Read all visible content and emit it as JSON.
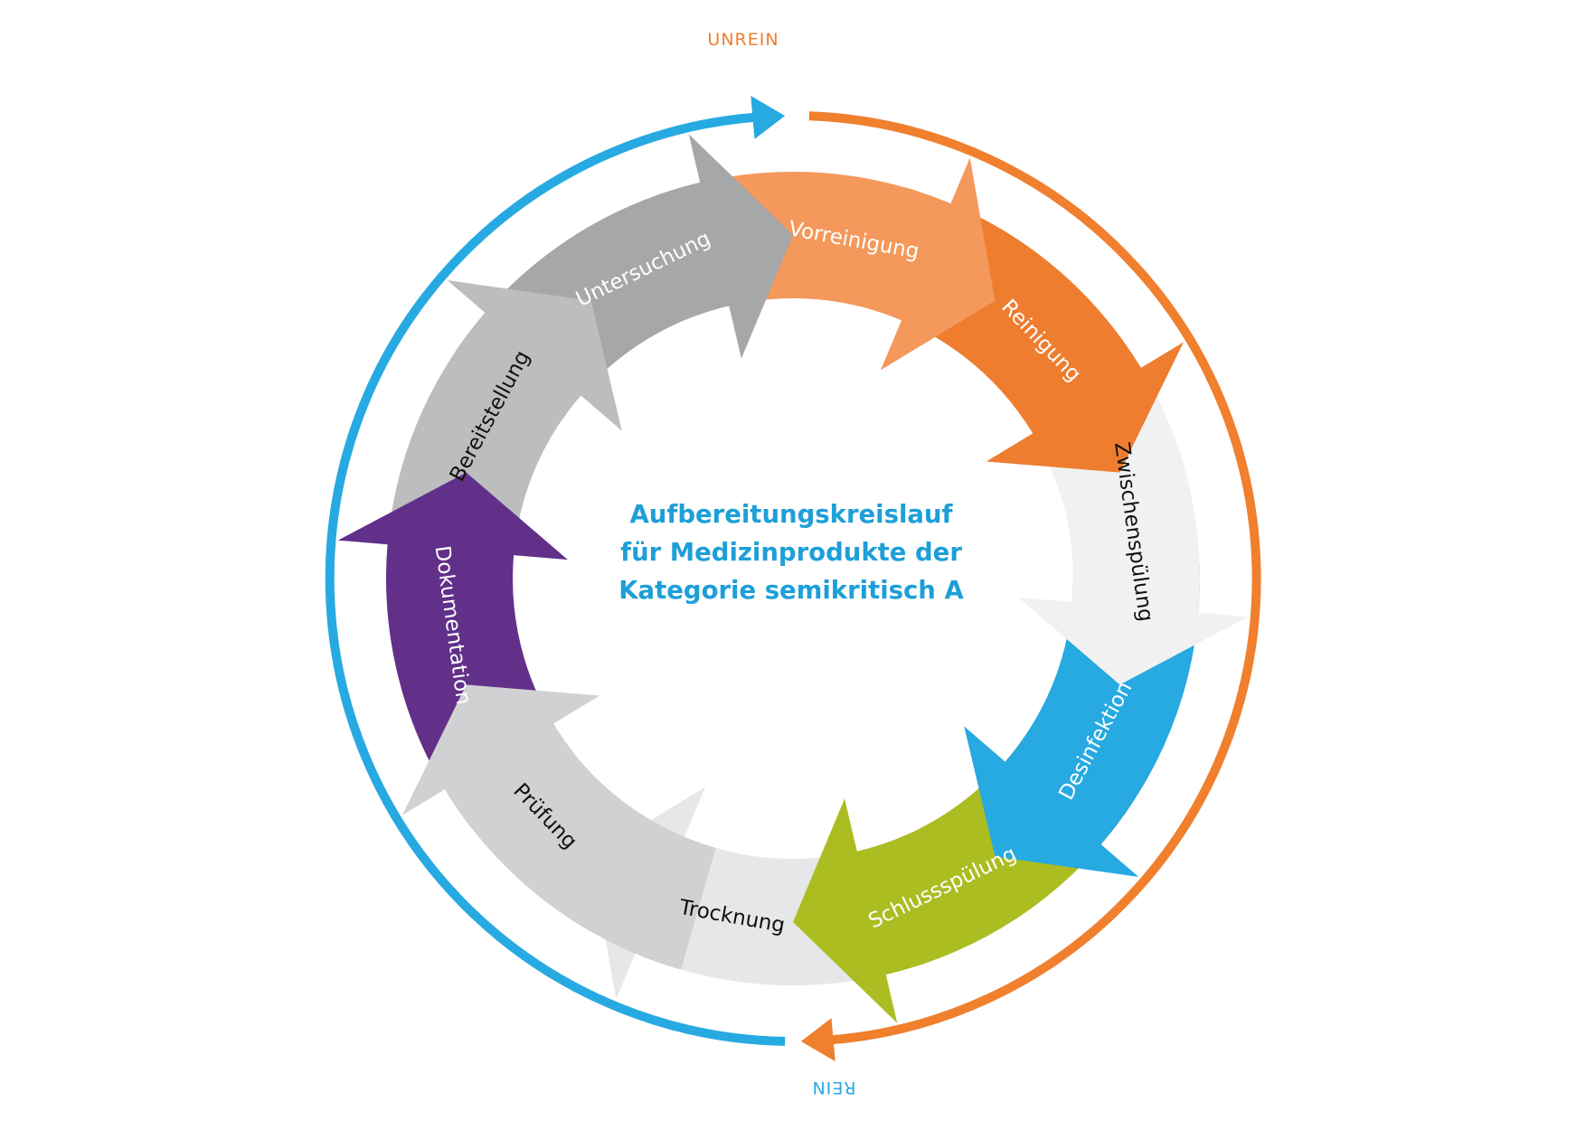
{
  "title": {
    "line1": "Aufbereitungskreislauf",
    "line2": "für Medizinprodukte der",
    "line3": "Kategorie semikritisch A"
  },
  "outer_ring": {
    "unrein_label": "UNREIN",
    "rein_label": "REIN",
    "unrein_color": "#f07f2e",
    "rein_color": "#27a9e1"
  },
  "steps": [
    {
      "label": "Untersuchung",
      "color": "#a6a7a9",
      "text_color": "#ffffff"
    },
    {
      "label": "Vorreinigung",
      "color": "#f4985b",
      "text_color": "#ffffff"
    },
    {
      "label": "Reinigung",
      "color": "#ee7d30",
      "text_color": "#ffffff"
    },
    {
      "label": "Zwischenspülung",
      "color": "#f1f1f1",
      "text_color": "#111111"
    },
    {
      "label": "Desinfektion",
      "color": "#27a9e1",
      "text_color": "#ffffff"
    },
    {
      "label": "Schlussspülung",
      "color": "#abbd21",
      "text_color": "#ffffff"
    },
    {
      "label": "Trocknung",
      "color": "#e6e7e8",
      "text_color": "#111111"
    },
    {
      "label": "Prüfung",
      "color": "#d0d1d3",
      "text_color": "#111111"
    },
    {
      "label": "Dokumentation",
      "color": "#623089",
      "text_color": "#ffffff"
    },
    {
      "label": "Bereitstellung",
      "color": "#bcbdbf",
      "text_color": "#111111"
    }
  ]
}
